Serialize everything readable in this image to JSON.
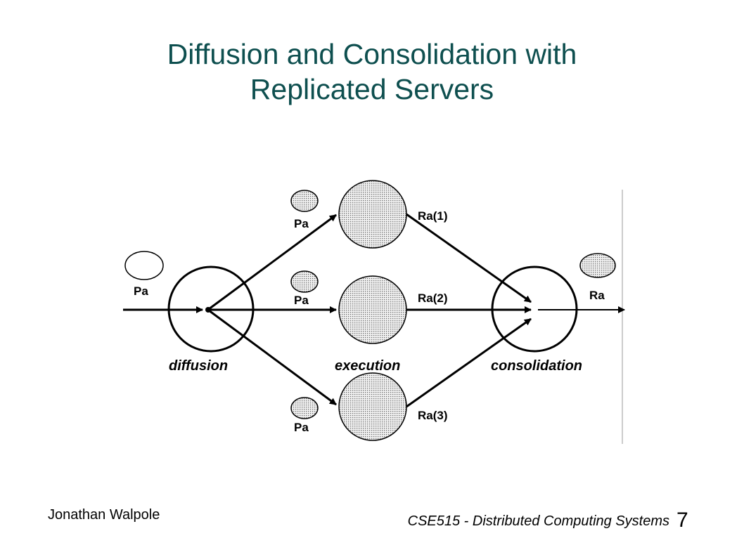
{
  "title": {
    "line1": "Diffusion and Consolidation with",
    "line2": "Replicated Servers"
  },
  "diagram": {
    "input_label": "Pa",
    "stage_labels": {
      "diffusion": "diffusion",
      "execution": "execution",
      "consolidation": "consolidation"
    },
    "request_labels": [
      "Pa",
      "Pa",
      "Pa"
    ],
    "reply_labels": [
      "Ra(1)",
      "Ra(2)",
      "Ra(3)"
    ],
    "output_label": "Ra"
  },
  "footer": {
    "author": "Jonathan Walpole",
    "course": "CSE515 - Distributed Computing Systems",
    "page": "7"
  }
}
